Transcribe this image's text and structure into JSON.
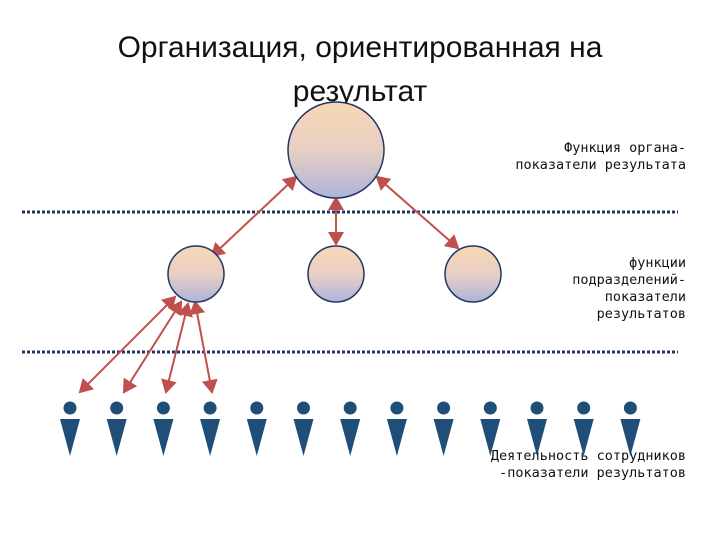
{
  "title": "Организация, ориентированная на\nрезультат",
  "labels": {
    "organization_level": "Функция органа-\nпоказатели результата",
    "department_level": "функции\nподразделений-\nпоказатели\nрезультатов",
    "employee_level": "Деятельность сотрудников\n-показатели результатов"
  },
  "colors": {
    "arrow": "#c0504d",
    "divider": "#1f3864",
    "person": "#1f4e79",
    "node_top": "#f9d7b5",
    "node_bottom": "#aeb4d9",
    "node_stroke": "#1f3864"
  },
  "structure": {
    "levels": 3,
    "department_nodes": 3,
    "employees": 13,
    "linked_employees": 4
  }
}
